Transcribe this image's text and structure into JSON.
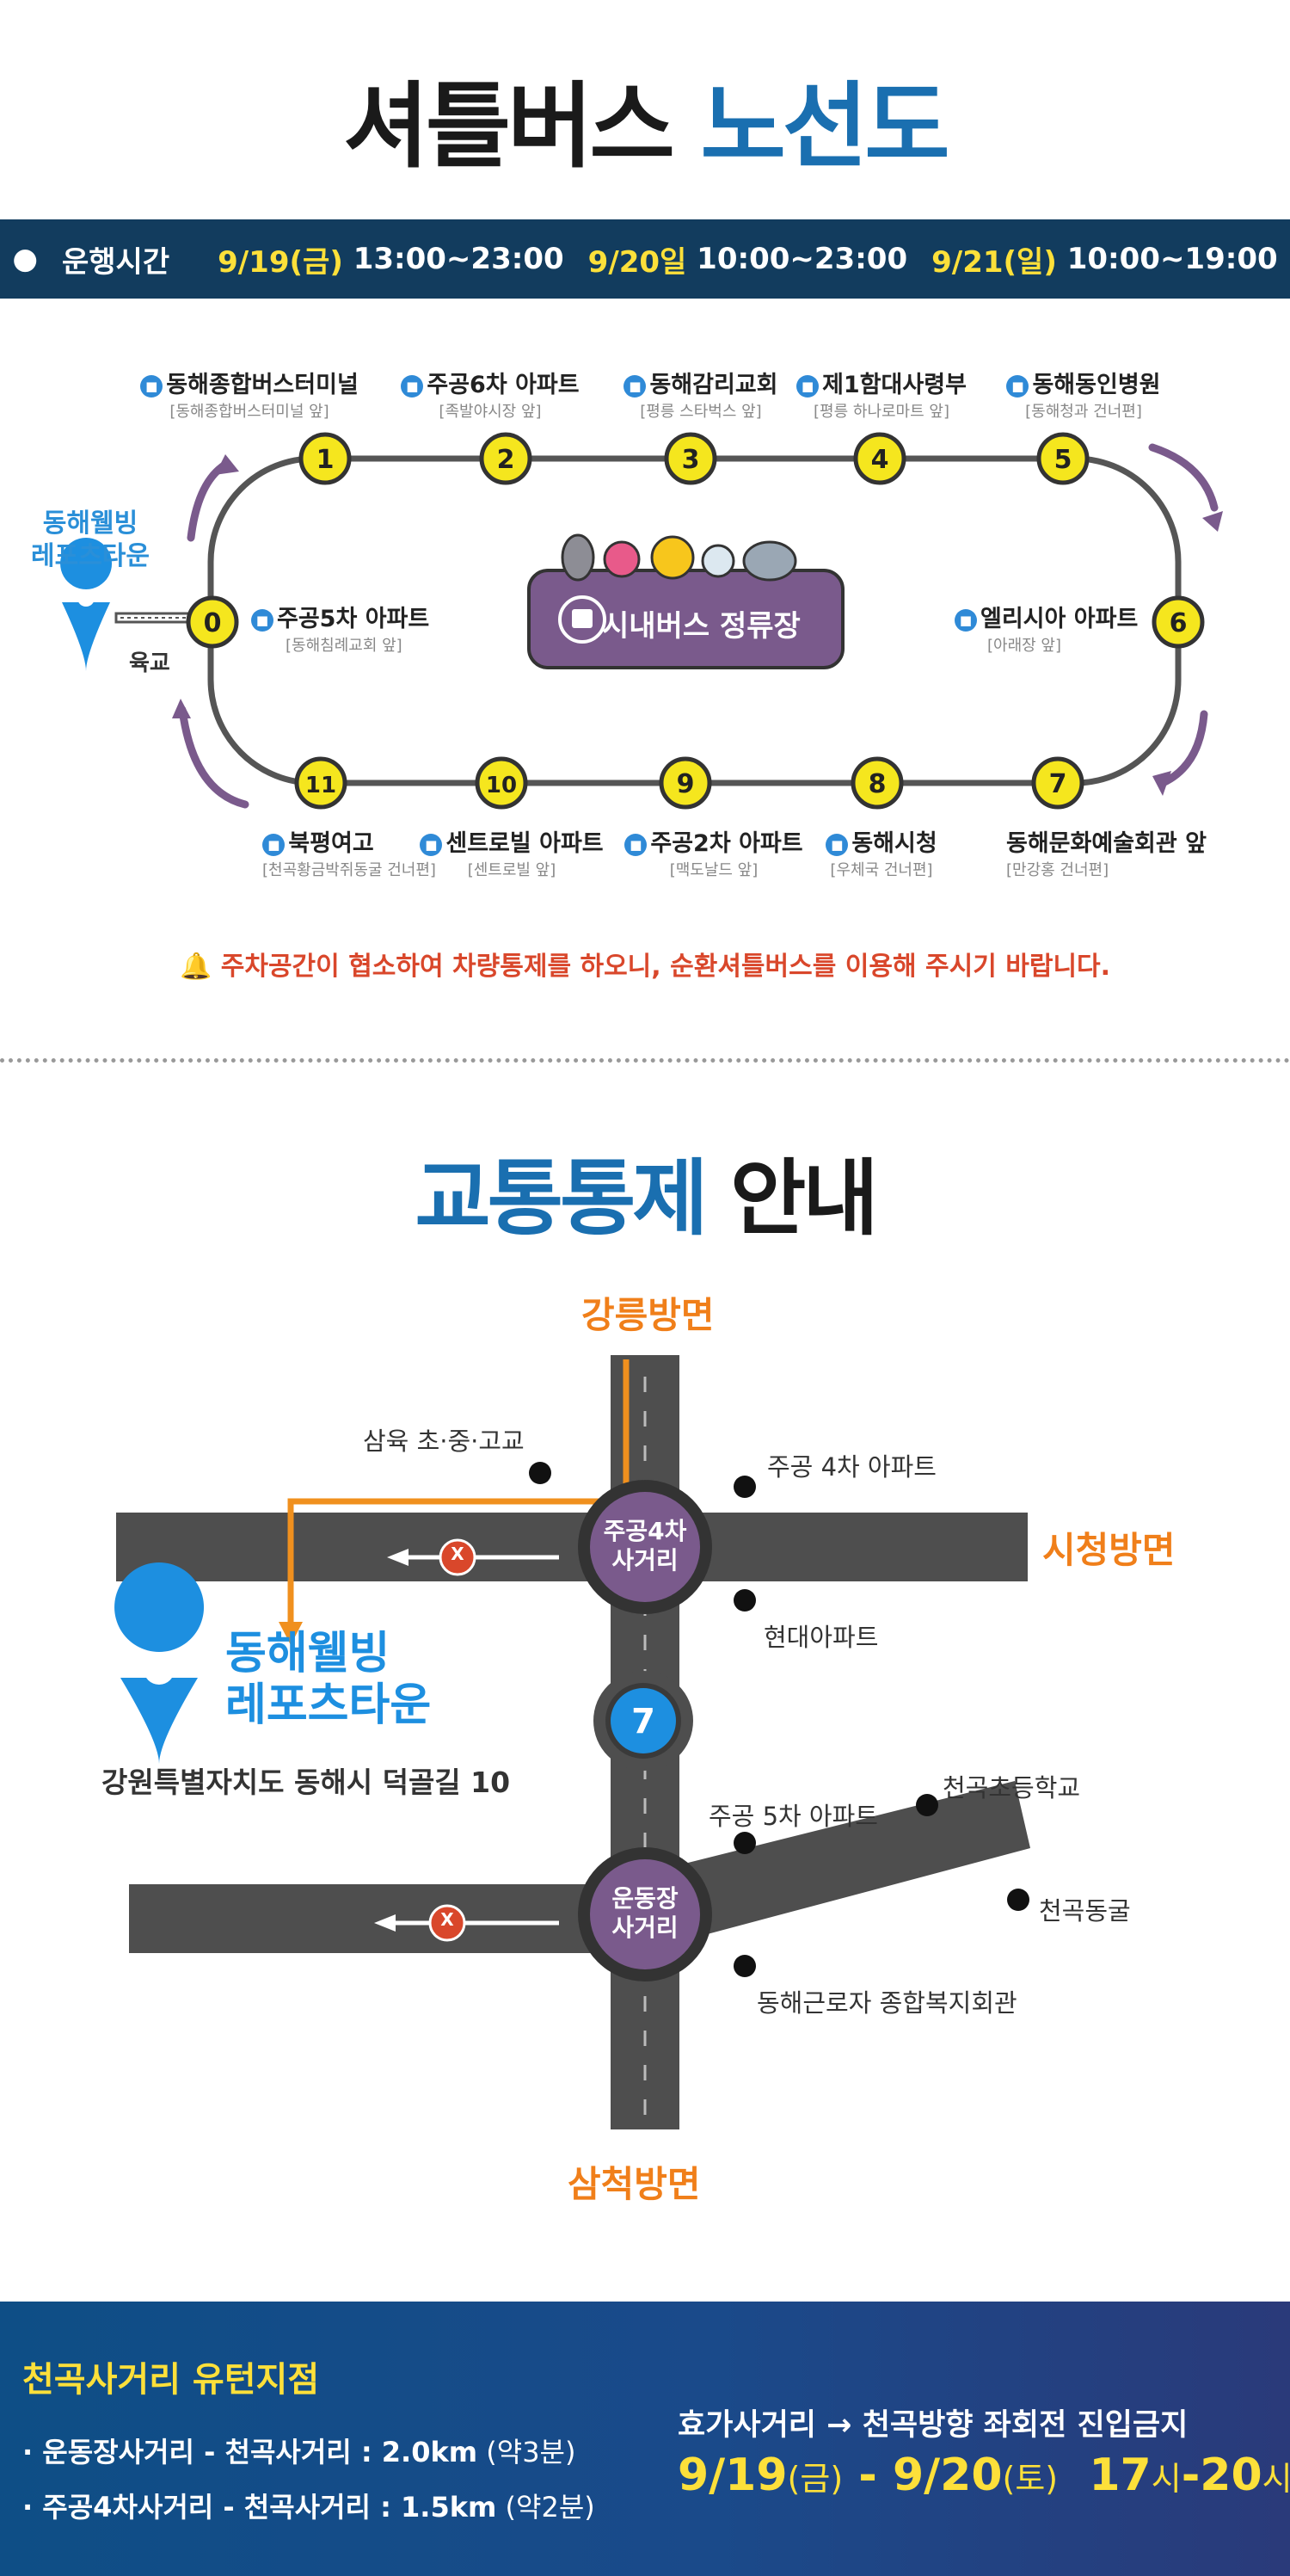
{
  "header": {
    "title_dark": "셔틀버스",
    "title_blue": "노선도"
  },
  "hours": {
    "label": "운행시간",
    "d1_date": "9/19(금)",
    "d1_time": "13:00~23:00",
    "d2_date": "9/20일",
    "d2_time": "10:00~23:00",
    "d3_date": "9/21(일)",
    "d3_time": "10:00~19:00"
  },
  "route": {
    "origin_line1": "동해웰빙",
    "origin_line2": "레포츠타운",
    "bridge": "육교",
    "center_label": "시내버스 정류장",
    "stops": [
      {
        "num": "0",
        "name": "주공5차 아파트",
        "sub": "[동해침례교회 앞]"
      },
      {
        "num": "1",
        "name": "동해종합버스터미널",
        "sub": "[동해종합버스터미널 앞]"
      },
      {
        "num": "2",
        "name": "주공6차 아파트",
        "sub": "[족발야시장 앞]"
      },
      {
        "num": "3",
        "name": "동해감리교회",
        "sub": "[평릉 스타벅스 앞]"
      },
      {
        "num": "4",
        "name": "제1함대사령부",
        "sub": "[평릉 하나로마트 앞]"
      },
      {
        "num": "5",
        "name": "동해동인병원",
        "sub": "[동해청과 건너편]"
      },
      {
        "num": "6",
        "name": "엘리시아 아파트",
        "sub": "[아래장 앞]"
      },
      {
        "num": "7",
        "name": "동해문화예술회관 앞",
        "sub": "[만강홍 건너편]"
      },
      {
        "num": "8",
        "name": "동해시청",
        "sub": "[우체국 건너편]"
      },
      {
        "num": "9",
        "name": "주공2차 아파트",
        "sub": "[맥도날드 앞]"
      },
      {
        "num": "10",
        "name": "센트로빌 아파트",
        "sub": "[센트로빌 앞]"
      },
      {
        "num": "11",
        "name": "북평여고",
        "sub": "[천곡황금박쥐동굴 건너편]"
      }
    ]
  },
  "notice": "주차공간이 협소하여 차량통제를 하오니, 순환셔틀버스를 이용해 주시기 바랍니다.",
  "traffic": {
    "title_blue": "교통통제",
    "title_dark": "안내",
    "dir_north": "강릉방면",
    "dir_east": "시청방면",
    "dir_south": "삼척방면",
    "cross1_line1": "주공4차",
    "cross1_line2": "사거리",
    "cross2_line1": "운동장",
    "cross2_line2": "사거리",
    "route_num": "7",
    "block_mark": "X",
    "landmarks": {
      "samyuk": "삼육 초·중·고교",
      "jugong4": "주공 4차 아파트",
      "hyundai": "현대아파트",
      "jugong5": "주공 5차 아파트",
      "elementary": "천곡초등학교",
      "cave": "천곡동굴",
      "welfare": "동해근로자 종합복지회관"
    },
    "dest_line1": "동해웰빙",
    "dest_line2": "레포츠타운",
    "address": "강원특별자치도 동해시 덕골길 10"
  },
  "footer": {
    "title": "천곡사거리 유턴지점",
    "line1_route": "· 운동장사거리 - 천곡사거리 : 2.0km",
    "line1_time": "(약3분)",
    "line2_route": "· 주공4차사거리 - 천곡사거리 : 1.5km",
    "line2_time": "(약2분)",
    "right_text": "효가사거리 → 천곡방향 좌회전 진입금지",
    "date_a": "9/19",
    "date_a_day": "(금)",
    "date_sep": " - ",
    "date_b": "9/20",
    "date_b_day": "(토)",
    "time_a": "17",
    "time_a_unit": "시",
    "time_dash": "-",
    "time_b": "20",
    "time_b_unit": "시"
  },
  "colors": {
    "brand_blue": "#1a6fb0",
    "nav_dark": "#123c5e",
    "highlight_yellow": "#fde03a",
    "stop_yellow": "#f5e61e",
    "purple": "#7a5a8c",
    "orange": "#f07f1a",
    "road_gray": "#4e4e4e",
    "warning_red": "#d9472b"
  }
}
